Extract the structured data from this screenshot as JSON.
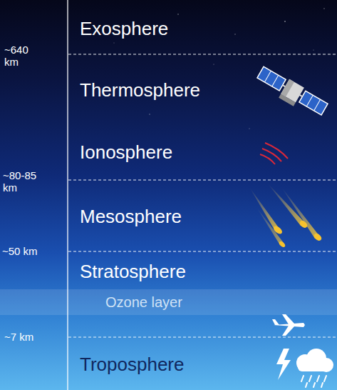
{
  "diagram": {
    "nodes": [
      {
        "text": [
          "Exosphere"
        ]
      },
      {
        "text": [
          "Thermosphere",
          "Ionosphere"
        ]
      },
      {
        "text": [
          "Mesosphere"
        ]
      },
      {
        "text": [
          "Stratosphere"
        ]
      },
      {
        "text": [
          "Ozone layer"
        ],
        "in": 3
      },
      {
        "text": [
          "Troposphere"
        ]
      }
    ],
    "labels": [
      "~640 km",
      "~80-85 km",
      "~50 km",
      "~7 km"
    ]
  }
}
